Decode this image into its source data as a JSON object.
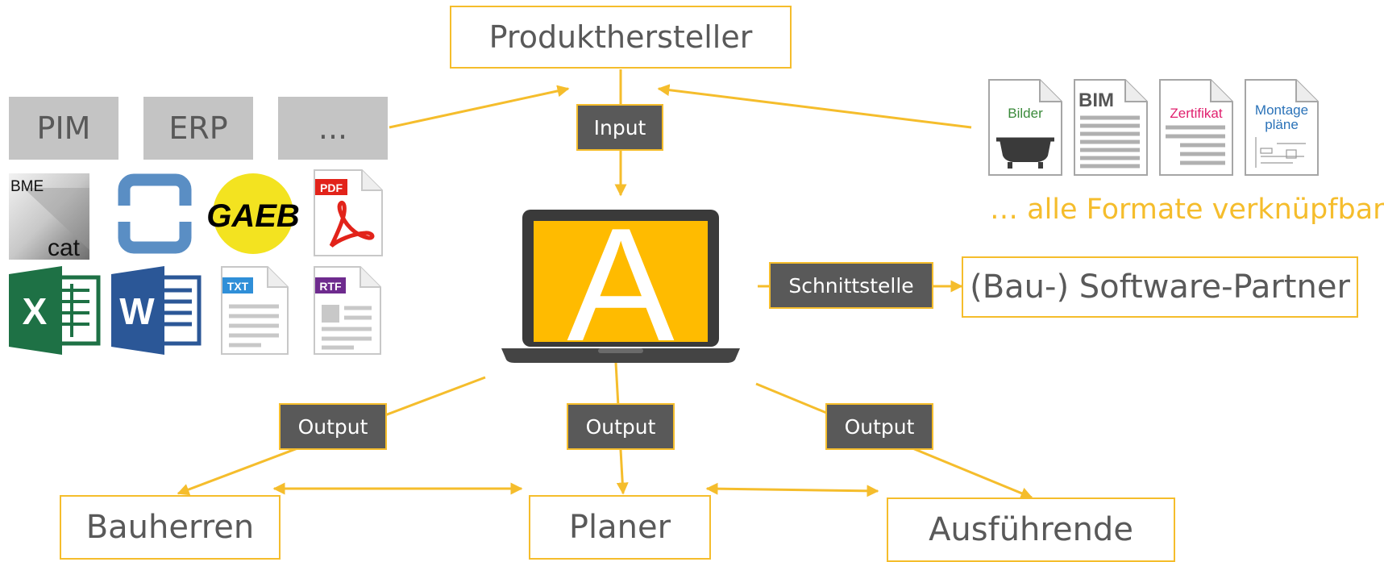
{
  "nodes": {
    "producer": "Produkthersteller",
    "partner": "(Bau-) Software-Partner",
    "client": "Bauherren",
    "planner": "Planer",
    "executor": "Ausführende"
  },
  "edge_labels": {
    "input": "Input",
    "interface": "Schnittstelle",
    "output_left": "Output",
    "output_center": "Output",
    "output_right": "Output"
  },
  "sources": [
    "PIM",
    "ERP",
    "..."
  ],
  "file_icons": {
    "bmecat_top": "BME",
    "bmecat_bottom": "cat",
    "gaeb": "GAEB",
    "pdf": "PDF",
    "excel": "X",
    "word": "W",
    "txt": "TXT",
    "rtf": "RTF"
  },
  "documents": {
    "images": "Bilder",
    "bim": "BIM",
    "certificate": "Zertifikat",
    "assembly_top": "Montage",
    "assembly_bottom": "pläne"
  },
  "formats_note": "… alle Formate verknüpfbar",
  "laptop_letter": "A",
  "colors": {
    "accent": "#f5bd2c",
    "label_bg": "#595959",
    "text": "#595959",
    "source_bg": "#c4c4c4"
  }
}
